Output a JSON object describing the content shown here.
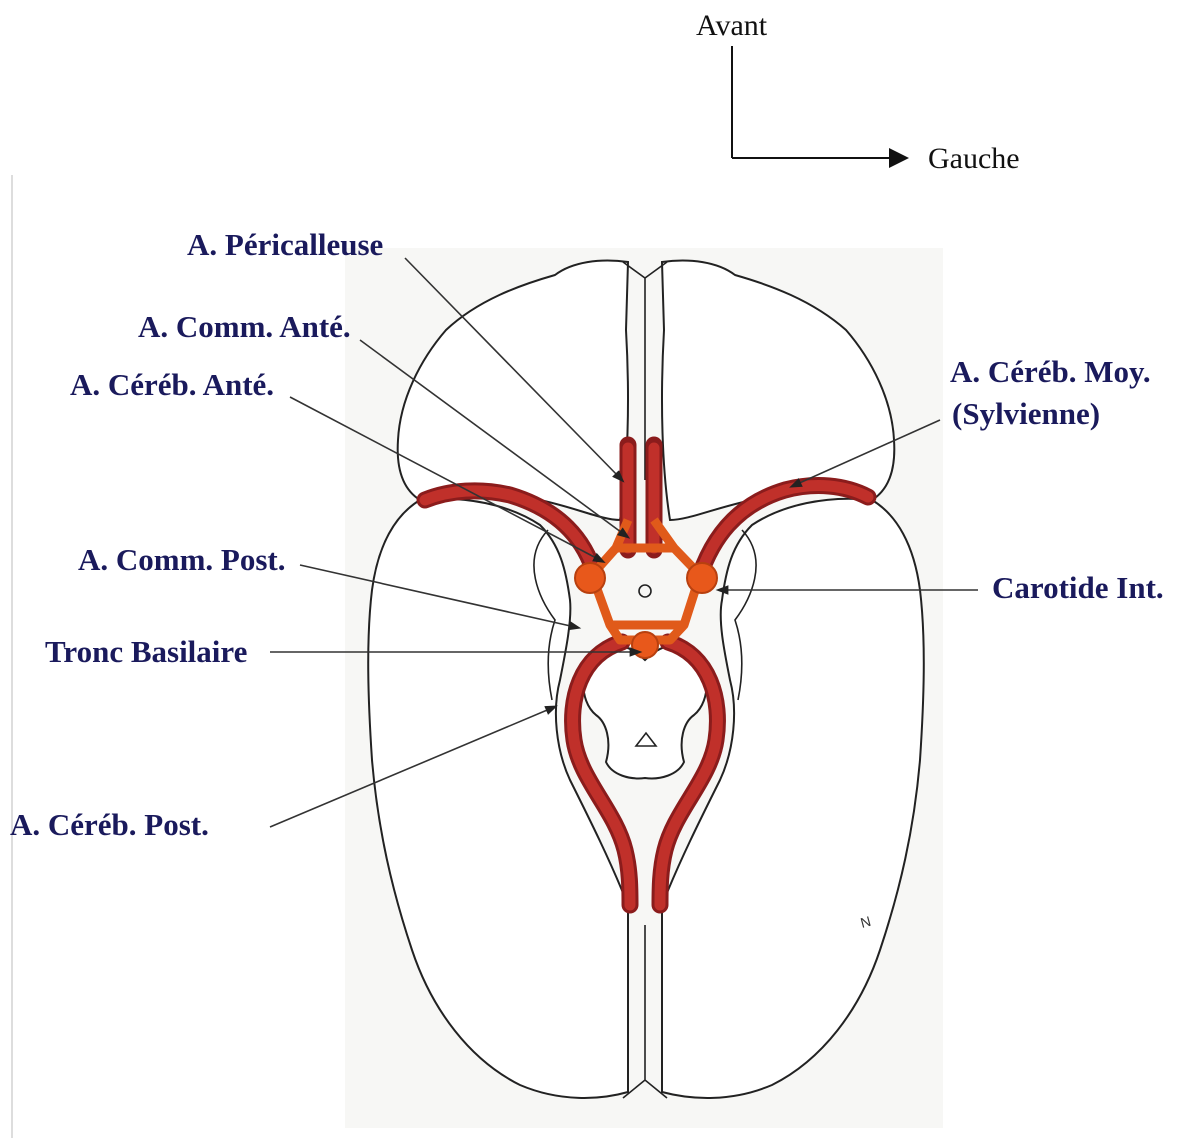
{
  "orientation": {
    "front_label": "Avant",
    "left_label": "Gauche"
  },
  "labels": {
    "pericalleuse": "A. Péricalleuse",
    "comm_ante": "A. Comm. Anté.",
    "cereb_ante": "A. Céréb. Anté.",
    "cereb_moy_line1": "A. Céréb. Moy.",
    "cereb_moy_line2": "(Sylvienne)",
    "comm_post": "A. Comm. Post.",
    "carotide_int": "Carotide Int.",
    "tronc_basilaire": "Tronc Basilaire",
    "cereb_post": "A. Céréb. Post."
  },
  "colors": {
    "label_text": "#1a1a5c",
    "artery_dark": "#8b1c1c",
    "artery_light": "#c0302a",
    "circle_of_willis": "#e05a1a"
  }
}
